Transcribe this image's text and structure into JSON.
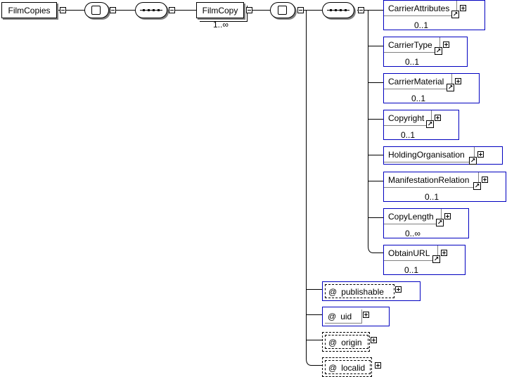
{
  "root": {
    "label": "FilmCopies"
  },
  "filmcopy": {
    "label": "FilmCopy",
    "cardinality": "1..∞"
  },
  "children": [
    {
      "label": "CarrierAttributes",
      "cardinality": "0..1"
    },
    {
      "label": "CarrierType",
      "cardinality": "0..1"
    },
    {
      "label": "CarrierMaterial",
      "cardinality": "0..1"
    },
    {
      "label": "Copyright",
      "cardinality": "0..1"
    },
    {
      "label": "HoldingOrganisation",
      "cardinality": ""
    },
    {
      "label": "ManifestationRelation",
      "cardinality": "0..1"
    },
    {
      "label": "CopyLength",
      "cardinality": "0..∞"
    },
    {
      "label": "ObtainURL",
      "cardinality": "0..1"
    }
  ],
  "attributes": [
    {
      "at": "@",
      "label": "publishable"
    },
    {
      "at": "@",
      "label": "uid"
    },
    {
      "at": "@",
      "label": "origin"
    },
    {
      "at": "@",
      "label": "localid"
    }
  ],
  "colors": {
    "border_element": "#0000c0",
    "line": "#000000",
    "shadow": "#808080"
  }
}
